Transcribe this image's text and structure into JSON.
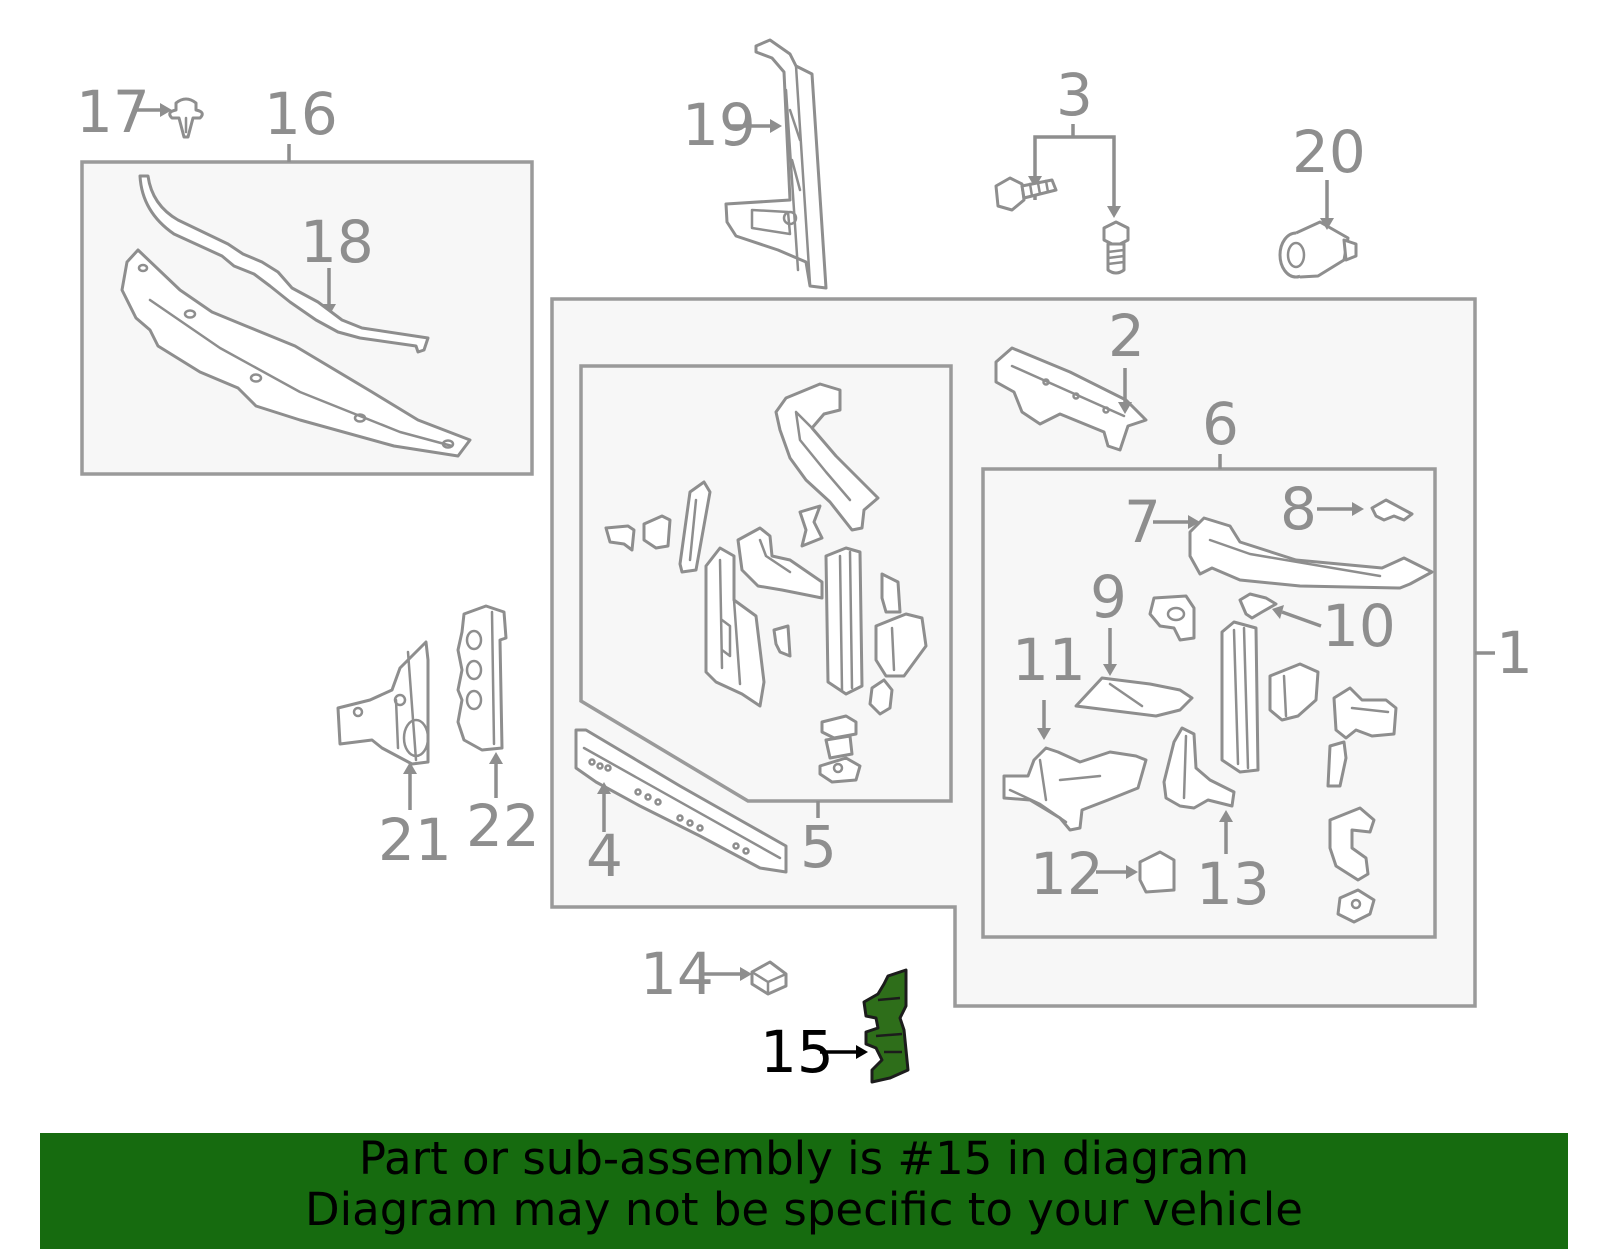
{
  "labels": {
    "l1": "1",
    "l2": "2",
    "l3": "3",
    "l4": "4",
    "l5": "5",
    "l6": "6",
    "l7": "7",
    "l8": "8",
    "l9": "9",
    "l10": "10",
    "l11": "11",
    "l12": "12",
    "l13": "13",
    "l14": "14",
    "l15": "15",
    "l16": "16",
    "l17": "17",
    "l18": "18",
    "l19": "19",
    "l20": "20",
    "l21": "21",
    "l22": "22"
  },
  "highlighted_part": "15",
  "colors": {
    "highlight": "#2e6e1a",
    "banner": "#166b0f",
    "line": "#8e8e8e",
    "box_fill": "#f7f7f7"
  },
  "banner": {
    "line1": "Part or sub-assembly is #15 in diagram",
    "line2": "Diagram may not be specific to your vehicle"
  }
}
